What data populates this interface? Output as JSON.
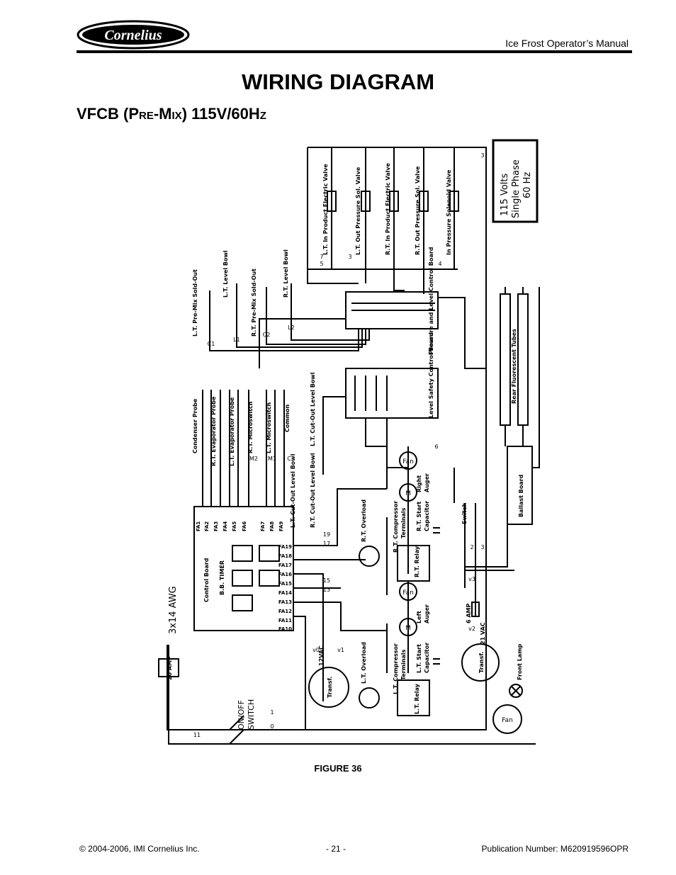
{
  "header": {
    "logo_text": "Cornelius",
    "manual_title": "Ice Frost Operator’s Manual"
  },
  "page": {
    "title": "WIRING DIAGRAM",
    "subtitle_a": "VFCB (P",
    "subtitle_b": "RE",
    "subtitle_c": "-M",
    "subtitle_d": "IX",
    "subtitle_e": ") 115V/60H",
    "subtitle_f": "Z"
  },
  "diagram": {
    "power_box": [
      "115 Volts",
      "Single Phase",
      "60 Hz"
    ],
    "valves": [
      "L.T. In Product Electric Valve",
      "L.T. Out Pressure Sol. Valve",
      "R.T. In Product Electric Valve",
      "R.T. Out Pressure Sol. Valve",
      "In Pressure Solenoid Valve"
    ],
    "valve_wire_numbers": [
      "5",
      "7",
      "3",
      "4",
      "3"
    ],
    "sensors": [
      "L.T. Pre-Mix Sold-Out",
      "L.T. Level Bowl",
      "R.T. Pre-Mix Sold-Out",
      "R.T. Level Bowl"
    ],
    "sensor_tags": [
      "C1",
      "L1",
      "C2",
      "L2"
    ],
    "pressure_board": "Pressure and Level Control Board",
    "safety_board": "Level Safety Control Board",
    "fluorescent": "Rear Fluorescent Tubes",
    "ballast": "Ballast Board",
    "probes": [
      "Condenser Probe",
      "R.T. Evaporator Probe",
      "L.T. Evaporator Probe",
      "R.T. Microswitch",
      "L.T. Microswitch",
      "Common"
    ],
    "probe_tags": [
      "M2",
      "M1",
      "C"
    ],
    "cut_out_top": "L.T. Cut-Out Level Bowl",
    "cut_out_right": "R.T. Cut-Out Level Bowl",
    "cut_out_bottom": "L.T. Cut-Out Level Bowl",
    "control_board": [
      "Control Board",
      "B.B. TIMER"
    ],
    "fa_left": [
      "FA1",
      "FA2",
      "FA3",
      "FA4",
      "FA5",
      "FA6",
      "FA7",
      "FA8",
      "FA9"
    ],
    "fa_right": [
      "FA19",
      "FA18",
      "FA17",
      "FA16",
      "FA15",
      "FA14",
      "FA13",
      "FA12",
      "FA11",
      "FA10"
    ],
    "awg": "3x14 AWG",
    "fuse_main": "20 AMP",
    "on_off": [
      "ON/OFF",
      "SWITCH"
    ],
    "fan": "Fan",
    "motor": "M",
    "right_auger": [
      "Right",
      "Auger"
    ],
    "left_auger": [
      "Left",
      "Auger"
    ],
    "rt_overload": "R.T. Overload",
    "lt_overload": "L.T. Overload",
    "rt_compressor": [
      "R.T. Compressor",
      "Terminals"
    ],
    "lt_compressor": [
      "L.T. Compressor",
      "Terminals"
    ],
    "rt_start_cap": [
      "R.T. Start",
      "Capacitor"
    ],
    "lt_start_cap": [
      "L.T. Start",
      "Capacitor"
    ],
    "rt_relay": "R.T. Relay",
    "lt_relay": "L.T. Relay",
    "switch": "Switch",
    "transf": "Transf.",
    "vac12": "12VAC",
    "vac21": "21 VAC",
    "fuse6": "6 AMP",
    "front_lamp": "Front Lamp",
    "wire_tags": [
      "17",
      "19",
      "13",
      "15",
      "v0",
      "v1",
      "v2",
      "v3",
      "11",
      "0",
      "1",
      "6",
      "2",
      "3"
    ]
  },
  "figure_caption": "FIGURE 36",
  "footer": {
    "copyright": "© 2004-2006, IMI Cornelius Inc.",
    "page_number": "- 21 -",
    "publication": "Publication Number: M620919596OPR"
  }
}
